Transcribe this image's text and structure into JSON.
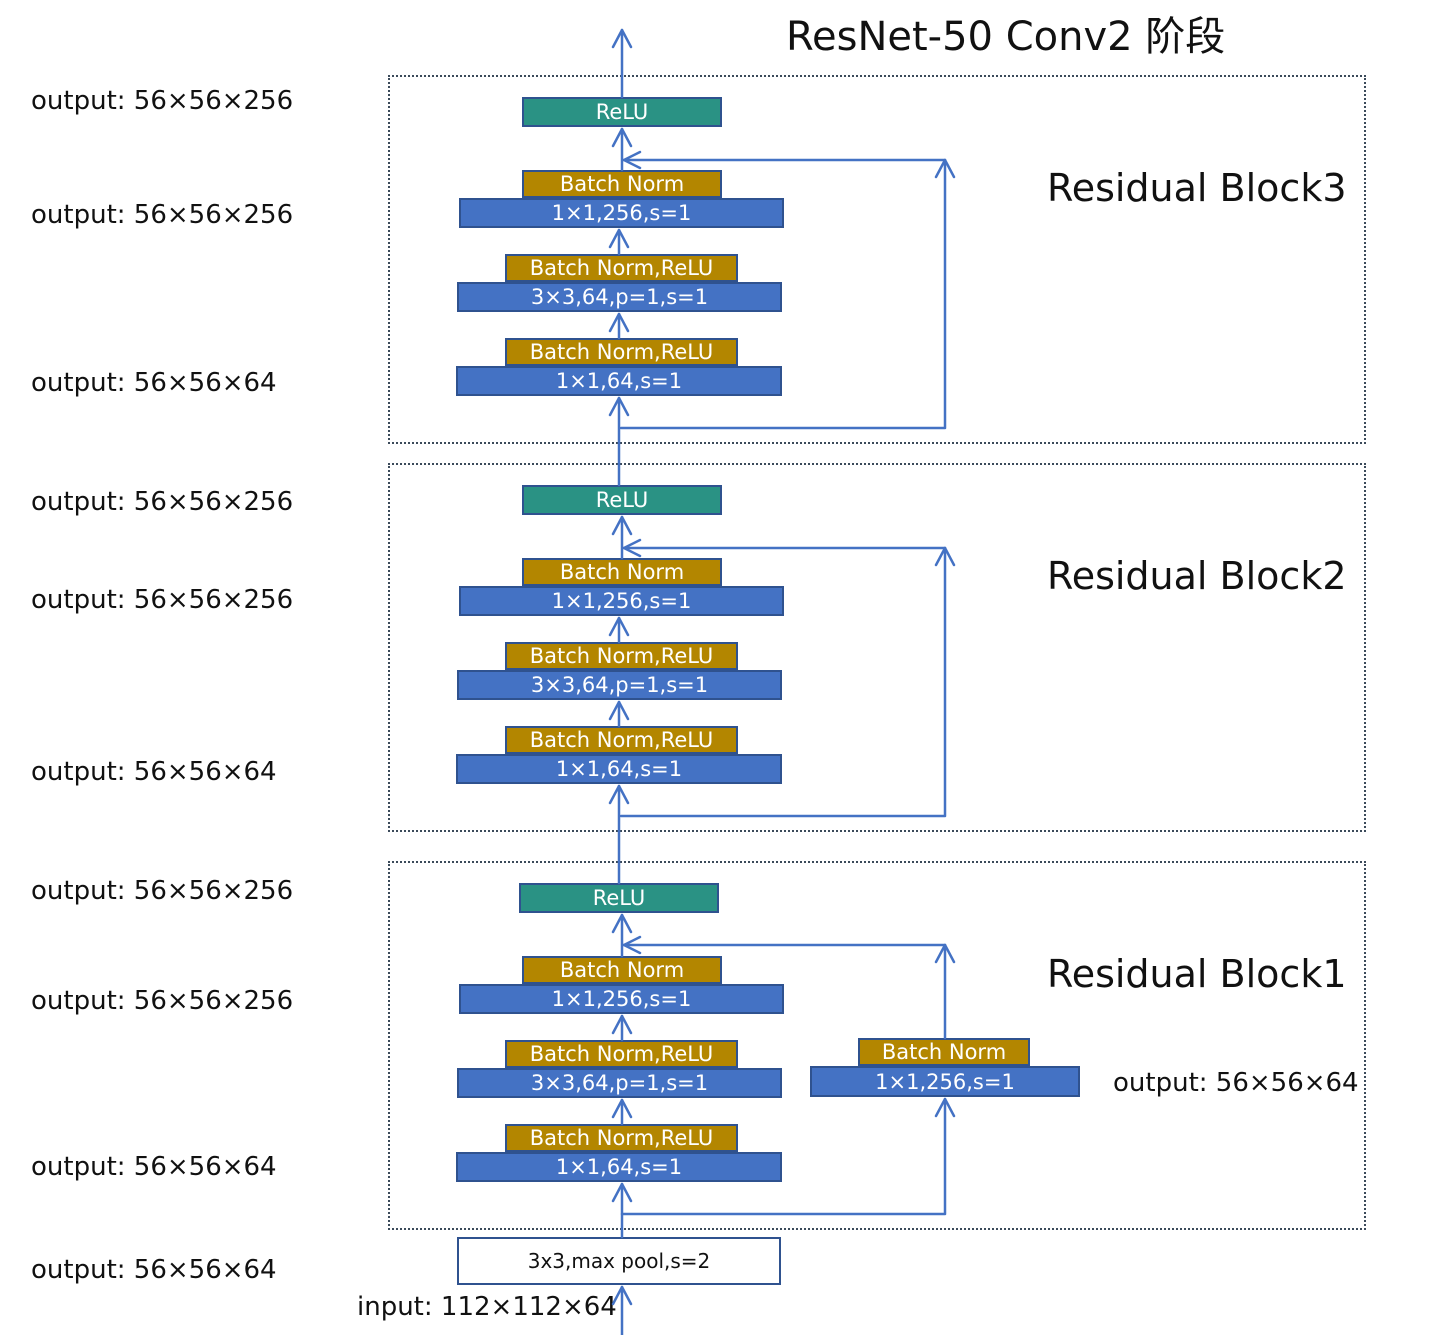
{
  "title": "ResNet-50 Conv2 阶段",
  "input_label": "input: 112×112×64",
  "pool_label": "3x3,max pool,s=2",
  "shortcut": {
    "bn": "Batch Norm",
    "conv": "1×1,256,s=1",
    "output_label": "output: 56×56×64"
  },
  "blocks": [
    {
      "title": "Residual Block3",
      "relu": "ReLU",
      "bn3": "Batch Norm",
      "conv3": "1×1,256,s=1",
      "bn2": "Batch Norm,ReLU",
      "conv2": "3×3,64,p=1,s=1",
      "bn1": "Batch Norm,ReLU",
      "conv1": "1×1,64,s=1",
      "outputs": [
        "output: 56×56×256",
        "output: 56×56×256",
        "output: 56×56×64"
      ]
    },
    {
      "title": "Residual Block2",
      "relu": "ReLU",
      "bn3": "Batch Norm",
      "conv3": "1×1,256,s=1",
      "bn2": "Batch Norm,ReLU",
      "conv2": "3×3,64,p=1,s=1",
      "bn1": "Batch Norm,ReLU",
      "conv1": "1×1,64,s=1",
      "outputs": [
        "output: 56×56×256",
        "output: 56×56×256",
        "output: 56×56×64"
      ]
    },
    {
      "title": "Residual Block1",
      "relu": "ReLU",
      "bn3": "Batch Norm",
      "conv3": "1×1,256,s=1",
      "bn2": "Batch Norm,ReLU",
      "conv2": "3×3,64,p=1,s=1",
      "bn1": "Batch Norm,ReLU",
      "conv1": "1×1,64,s=1",
      "outputs": [
        "output: 56×56×256",
        "output: 56×56×256",
        "output: 56×56×64"
      ]
    }
  ],
  "pool_output_label": "output: 56×56×64",
  "colors": {
    "conv": "#4472c4",
    "batch_norm": "#b38600",
    "relu": "#2a9284",
    "arrow": "#4472c4"
  }
}
